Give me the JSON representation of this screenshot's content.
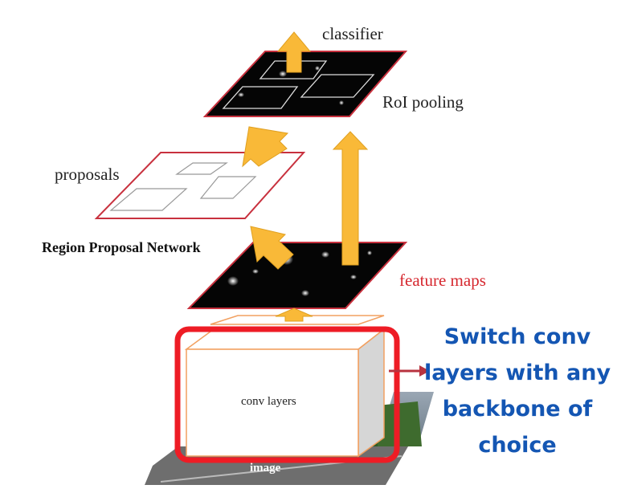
{
  "labels": {
    "classifier": "classifier",
    "roi_pooling": "RoI pooling",
    "proposals": "proposals",
    "rpn": "Region Proposal Network",
    "feature_maps": "feature maps",
    "conv_layers": "conv layers",
    "image": "image"
  },
  "annotation": {
    "lines": [
      "Switch conv",
      "layers with any",
      "backbone of",
      "choice"
    ]
  },
  "colors": {
    "arrow": "#f9b938",
    "highlight_box": "#ee1c25",
    "annotation_text": "#1456b3",
    "annotation_arrow": "#b8333f",
    "plane_border": "#c8313e",
    "conv_edge": "#f2a060"
  }
}
